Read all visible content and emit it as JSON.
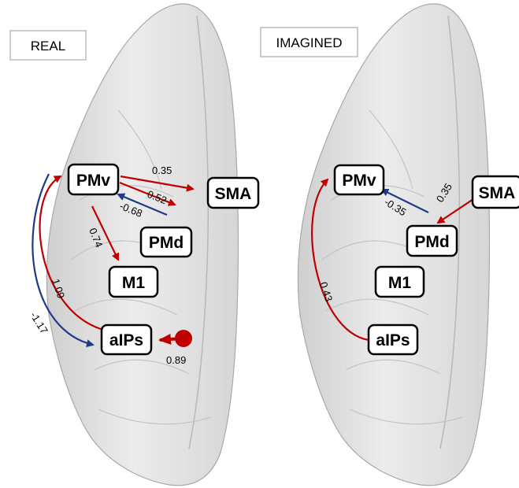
{
  "colors": {
    "excitatory": "#c00000",
    "inhibitory": "#1f3b87",
    "brain_fill": "#e3e3e3",
    "brain_stroke": "#a9a9a9"
  },
  "panels": [
    {
      "condition": "REAL",
      "regions": {
        "pmv": "PMv",
        "sma": "SMA",
        "pmd": "PMd",
        "m1": "M1",
        "aips": "aIPs"
      },
      "connections": [
        {
          "from": "PMv",
          "to": "SMA",
          "value": "0.35",
          "color": "excitatory"
        },
        {
          "from": "PMv",
          "to": "PMd",
          "value": "0.52",
          "color": "excitatory"
        },
        {
          "from": "PMd",
          "to": "PMv",
          "value": "-0.68",
          "color": "inhibitory"
        },
        {
          "from": "PMv",
          "to": "M1",
          "value": "0.74",
          "color": "excitatory"
        },
        {
          "from": "aIPs",
          "to": "PMv",
          "value": "1.09",
          "color": "excitatory"
        },
        {
          "from": "PMv",
          "to": "aIPs",
          "value": "-1.17",
          "color": "inhibitory"
        }
      ],
      "input": {
        "target": "aIPs",
        "value": "0.89",
        "color": "excitatory"
      }
    },
    {
      "condition": "IMAGINED",
      "regions": {
        "pmv": "PMv",
        "sma": "SMA",
        "pmd": "PMd",
        "m1": "M1",
        "aips": "aIPs"
      },
      "connections": [
        {
          "from": "SMA",
          "to": "PMd",
          "value": "0.35",
          "color": "excitatory"
        },
        {
          "from": "PMd",
          "to": "PMv",
          "value": "-0.35",
          "color": "inhibitory"
        },
        {
          "from": "aIPs",
          "to": "PMv",
          "value": "0.43",
          "color": "excitatory"
        }
      ]
    }
  ]
}
